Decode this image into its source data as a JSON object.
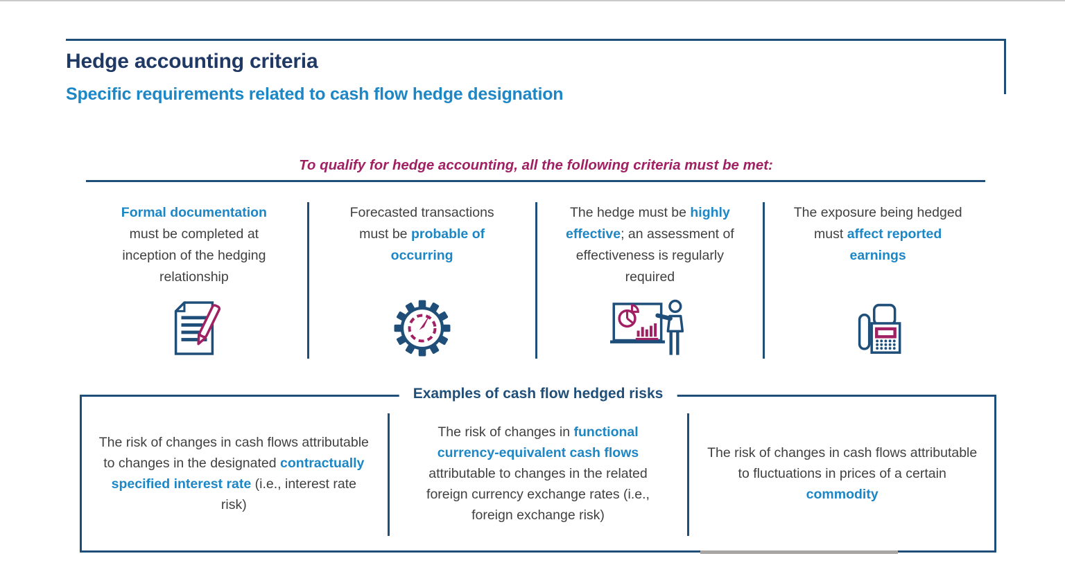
{
  "header": {
    "title": "Hedge accounting criteria",
    "subtitle": "Specific requirements related to cash flow hedge designation"
  },
  "qualifier": "To qualify for hedge accounting, all the following criteria must be met:",
  "criteria": [
    {
      "icon": "document-pen-icon",
      "highlight": "Formal documentation",
      "rest": " must be completed at inception of the hedging relationship"
    },
    {
      "icon": "gauge-gear-icon",
      "lead": "Forecasted transactions must be ",
      "highlight": "probable of occurring"
    },
    {
      "icon": "presenter-chart-icon",
      "lead": "The hedge must be ",
      "highlight": "highly effective",
      "rest": "; an assessment of effectiveness is regularly required"
    },
    {
      "icon": "adding-machine-icon",
      "lead": "The exposure being hedged must ",
      "highlight": "affect reported earnings"
    }
  ],
  "examples": {
    "title": "Examples of cash flow hedged risks",
    "items": [
      {
        "lead": "The risk of changes in cash flows attributable to changes in the designated ",
        "highlight": "contractually specified interest rate",
        "rest": " (i.e., interest rate risk)"
      },
      {
        "lead": "The risk of changes in ",
        "highlight": "functional currency-equivalent cash flows",
        "rest": " attributable to changes in the related foreign currency exchange rates (i.e., foreign exchange risk)"
      },
      {
        "lead": "The risk of changes in cash flows attributable to fluctuations in prices of a certain ",
        "highlight": "commodity"
      }
    ]
  },
  "colors": {
    "title_navy": "#1f3864",
    "rule_navy": "#1f4e79",
    "accent_blue": "#1d87c6",
    "magenta": "#a02063",
    "body_text": "#404040",
    "hairline_gray": "#cacaca",
    "scrollbar_gray": "#a8a6a4"
  }
}
